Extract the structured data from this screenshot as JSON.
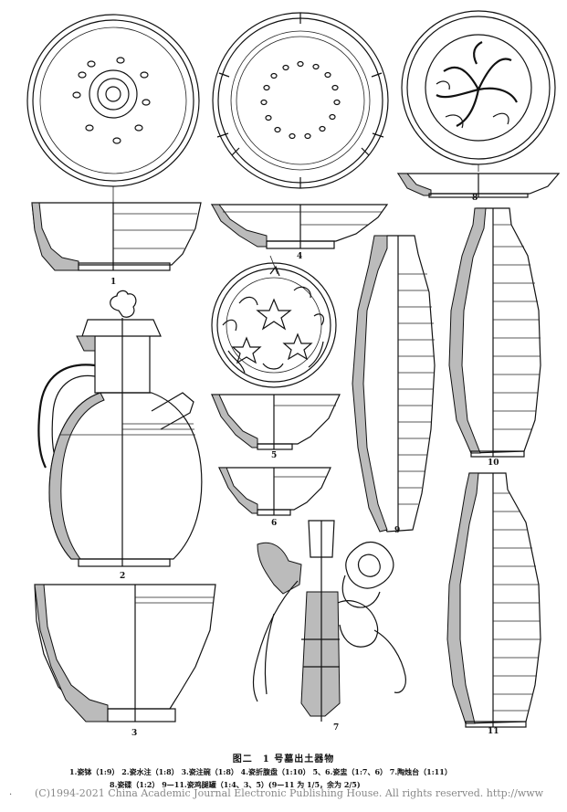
{
  "figure_numbers": [
    "1",
    "2",
    "3",
    "4",
    "5",
    "6",
    "7",
    "8",
    "9",
    "10",
    "11"
  ],
  "caption": {
    "title": "图二　1 号墓出土器物",
    "line1": "1.瓷钵（1:9）  2.瓷水注（1:8）  3.瓷注碗（1:8）  4.瓷折腹盘（1:10）  5、6.瓷盅（1:7、6）  7.陶烛台（1:11）",
    "line2": "8.瓷碟（1:2）  9—11.瓷鸡腿罐（1:4、3、5）(9—11 为 1/5，余为 2/5)"
  },
  "copyright": "(C)1994-2021 China Academic Journal Electronic Publishing House. All rights reserved.    http://www",
  "margin_mark": "."
}
